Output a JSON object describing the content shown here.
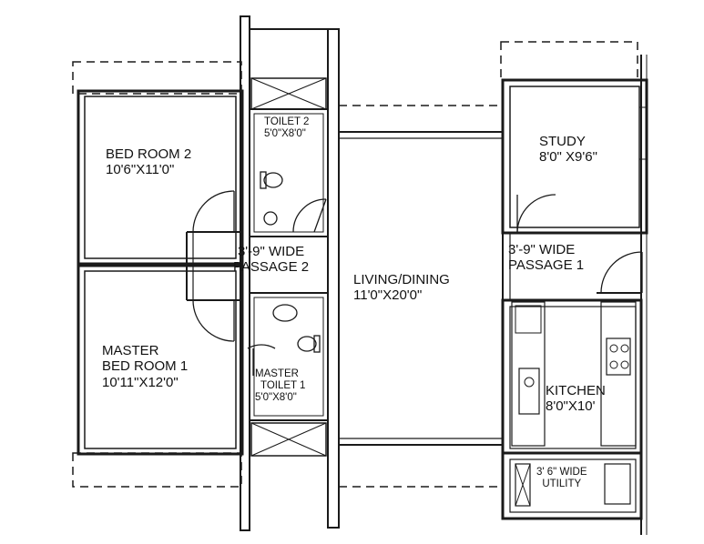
{
  "rooms": {
    "bed_room_2": {
      "name": "BED ROOM 2",
      "size": "10'6\"X11'0\""
    },
    "toilet_2": {
      "name": "TOILET 2",
      "size": "5'0\"X8'0\""
    },
    "passage_2": {
      "line1": "3'-9\" WIDE",
      "line2": "PASSAGE 2"
    },
    "living_dining": {
      "name": "LIVING/DINING",
      "size": "11'0\"X20'0\""
    },
    "study": {
      "name": "STUDY",
      "size": "8'0\" X9'6\""
    },
    "passage_1": {
      "line1": "3'-9\" WIDE",
      "line2": "PASSAGE 1"
    },
    "master_bed_room_1": {
      "line1": "MASTER",
      "line2": "BED ROOM 1",
      "size": "10'11\"X12'0\""
    },
    "master_toilet_1": {
      "line1": "MASTER",
      "line2": "TOILET 1",
      "size": "5'0\"X8'0\""
    },
    "kitchen": {
      "name": "KITCHEN",
      "size": "8'0\"X10'"
    },
    "utility": {
      "line1": "3' 6\" WIDE",
      "line2": "UTILITY"
    }
  },
  "colors": {
    "line": "#1a1a1a",
    "wall": "#2a2a2a",
    "background": "#ffffff",
    "hatch": "#444444"
  }
}
